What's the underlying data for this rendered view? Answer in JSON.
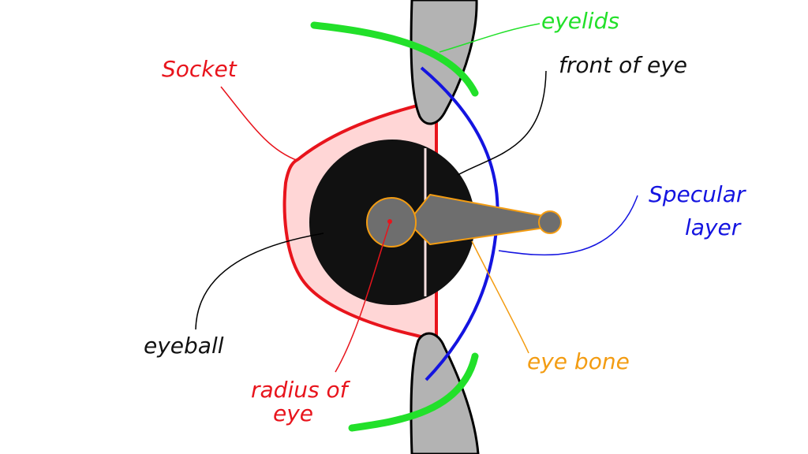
{
  "labels": {
    "socket": "Socket",
    "eyelids": "eyelids",
    "front_of_eye": "front of eye",
    "specular_line1": "Specular",
    "specular_line2": "layer",
    "eyeball": "eyeball",
    "radius_line1": "radius of",
    "radius_line2": "eye",
    "eye_bone": "eye bone"
  },
  "colors": {
    "socket": "#e8141c",
    "socket_fill": "#ffd6d6",
    "eyelids": "#22e02a",
    "eyelid_skin": "#b3b3b3",
    "front_of_eye": "#111111",
    "specular": "#1414e0",
    "eyeball": "#111111",
    "radius": "#e8141c",
    "eye_bone": "#f39c12",
    "bone_fill": "#6e6e6e"
  }
}
